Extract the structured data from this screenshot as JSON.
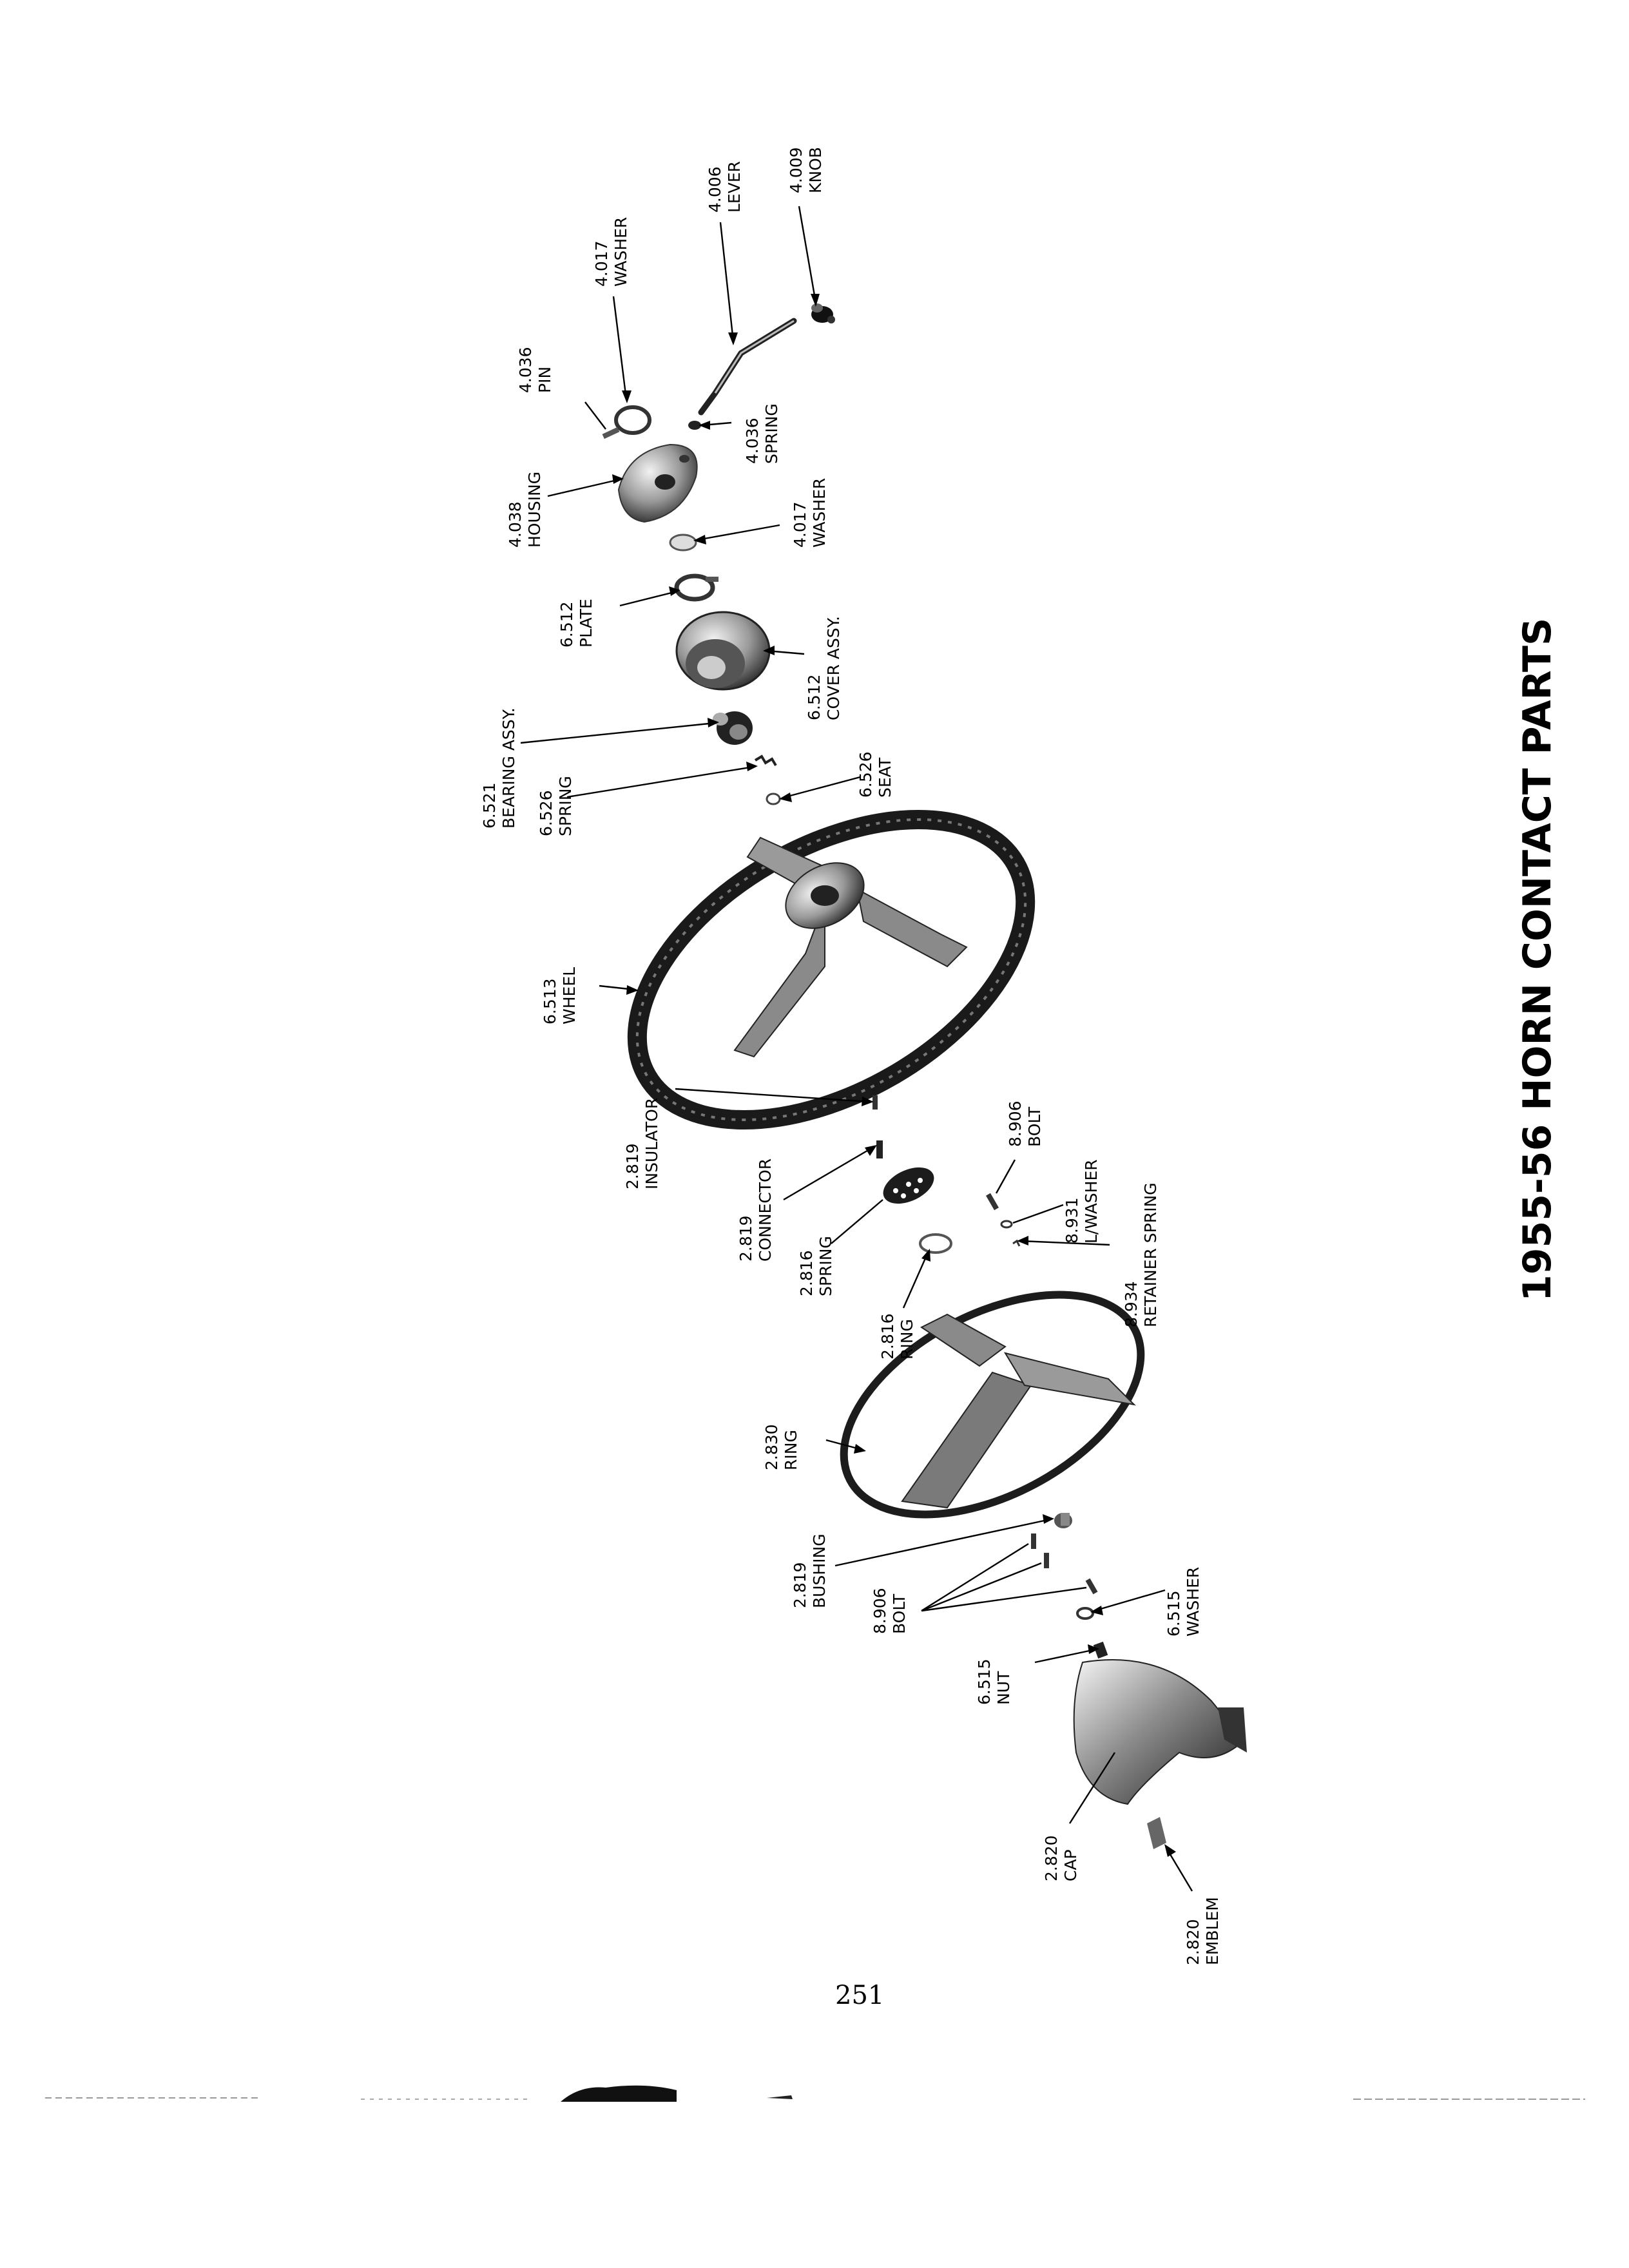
{
  "title": "1955-56 HORN CONTACT PARTS",
  "page_number": "251",
  "callouts": [
    {
      "id": "knob",
      "lines": [
        "4.009",
        "KNOB"
      ]
    },
    {
      "id": "lever",
      "lines": [
        "4.006",
        "LEVER"
      ]
    },
    {
      "id": "washer-top",
      "lines": [
        "4.017",
        "WASHER"
      ]
    },
    {
      "id": "pin",
      "lines": [
        "4.036",
        "PIN"
      ]
    },
    {
      "id": "spring-4036",
      "lines": [
        "4.036",
        "SPRING"
      ]
    },
    {
      "id": "housing",
      "lines": [
        "4.038",
        "HOUSING"
      ]
    },
    {
      "id": "washer-4017",
      "lines": [
        "4.017",
        "WASHER"
      ]
    },
    {
      "id": "plate",
      "lines": [
        "6.512",
        "PLATE"
      ]
    },
    {
      "id": "cover",
      "lines": [
        "6.512",
        "COVER ASSY."
      ]
    },
    {
      "id": "bearing",
      "lines": [
        "6.521",
        "BEARING ASSY."
      ]
    },
    {
      "id": "spring-6526",
      "lines": [
        "6.526",
        "SPRING"
      ]
    },
    {
      "id": "seat",
      "lines": [
        "6.526",
        "SEAT"
      ]
    },
    {
      "id": "wheel",
      "lines": [
        "6.513",
        "WHEEL"
      ]
    },
    {
      "id": "insulator",
      "lines": [
        "2.819",
        "INSULATOR"
      ]
    },
    {
      "id": "connector",
      "lines": [
        "2.819",
        "CONNECTOR"
      ]
    },
    {
      "id": "spring-2816",
      "lines": [
        "2.816",
        "SPRING"
      ]
    },
    {
      "id": "ring-2816",
      "lines": [
        "2.816",
        "RING"
      ]
    },
    {
      "id": "bolt-top",
      "lines": [
        "8.906",
        "BOLT"
      ]
    },
    {
      "id": "lwasher",
      "lines": [
        "8.931",
        "L/WASHER"
      ]
    },
    {
      "id": "retainer",
      "lines": [
        "8.934",
        "RETAINER SPRING"
      ]
    },
    {
      "id": "ring-2830",
      "lines": [
        "2.830",
        "RING"
      ]
    },
    {
      "id": "bushing",
      "lines": [
        "2.819",
        "BUSHING"
      ]
    },
    {
      "id": "bolt-bottom",
      "lines": [
        "8.906",
        "BOLT"
      ]
    },
    {
      "id": "washer-6515",
      "lines": [
        "6.515",
        "WASHER"
      ]
    },
    {
      "id": "nut",
      "lines": [
        "6.515",
        "NUT"
      ]
    },
    {
      "id": "cap",
      "lines": [
        "2.820",
        "CAP"
      ]
    },
    {
      "id": "emblem",
      "lines": [
        "2.820",
        "EMBLEM"
      ]
    }
  ]
}
